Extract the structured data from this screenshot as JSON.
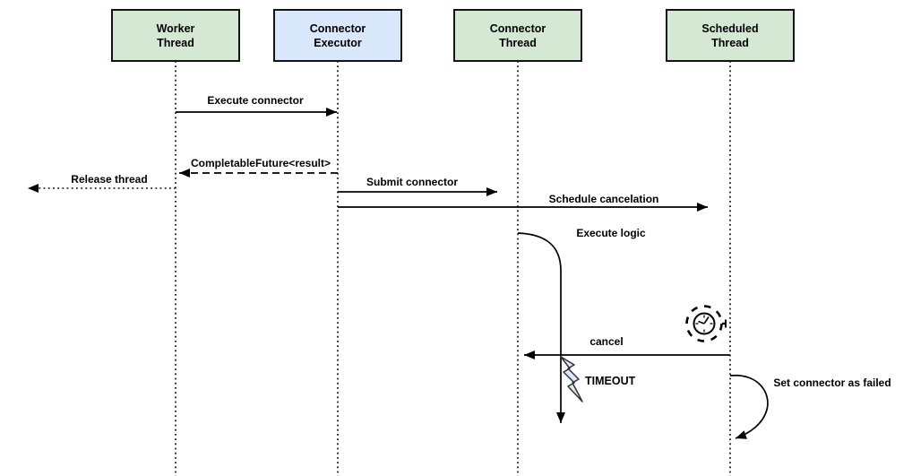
{
  "diagram": {
    "participants": [
      {
        "id": "worker-thread",
        "line1": "Worker",
        "line2": "Thread",
        "fill": "#d5e8d4"
      },
      {
        "id": "connector-executor",
        "line1": "Connector",
        "line2": "Executor",
        "fill": "#dae8fc"
      },
      {
        "id": "connector-thread",
        "line1": "Connector",
        "line2": "Thread",
        "fill": "#d5e8d4"
      },
      {
        "id": "scheduled-thread",
        "line1": "Scheduled",
        "line2": "Thread",
        "fill": "#d5e8d4"
      }
    ],
    "messages": [
      {
        "id": "execute-connector",
        "label": "Execute connector",
        "from": "worker-thread",
        "to": "connector-executor",
        "style": "solid"
      },
      {
        "id": "completable-future",
        "label": "CompletableFuture<result>",
        "from": "connector-executor",
        "to": "worker-thread",
        "style": "dashed"
      },
      {
        "id": "release-thread",
        "label": "Release thread",
        "from": "worker-thread",
        "to": "left-edge",
        "style": "dotted"
      },
      {
        "id": "submit-connector",
        "label": "Submit connector",
        "from": "connector-executor",
        "to": "connector-thread",
        "style": "solid"
      },
      {
        "id": "schedule-cancelation",
        "label": "Schedule cancelation",
        "from": "connector-executor",
        "to": "scheduled-thread",
        "style": "solid"
      },
      {
        "id": "execute-logic",
        "label": "Execute logic",
        "from": "connector-thread",
        "to": "self-down",
        "style": "solid-curved"
      },
      {
        "id": "cancel",
        "label": "cancel",
        "from": "scheduled-thread",
        "to": "connector-thread",
        "style": "solid"
      },
      {
        "id": "set-connector-failed",
        "label": "Set connector as failed",
        "from": "scheduled-thread",
        "to": "scheduled-thread",
        "style": "self-loop"
      }
    ],
    "annotations": {
      "timeout": {
        "label": "TIMEOUT",
        "color": "#ff0000"
      }
    },
    "icons": {
      "timer": "timer-icon",
      "bolt": "lightning-bolt-icon"
    },
    "colors": {
      "participant_green": "#d5e8d4",
      "participant_blue": "#dae8fc",
      "line": "#000000",
      "bolt_fill": "#dae8fc",
      "timeout_red": "#ff0000"
    }
  }
}
